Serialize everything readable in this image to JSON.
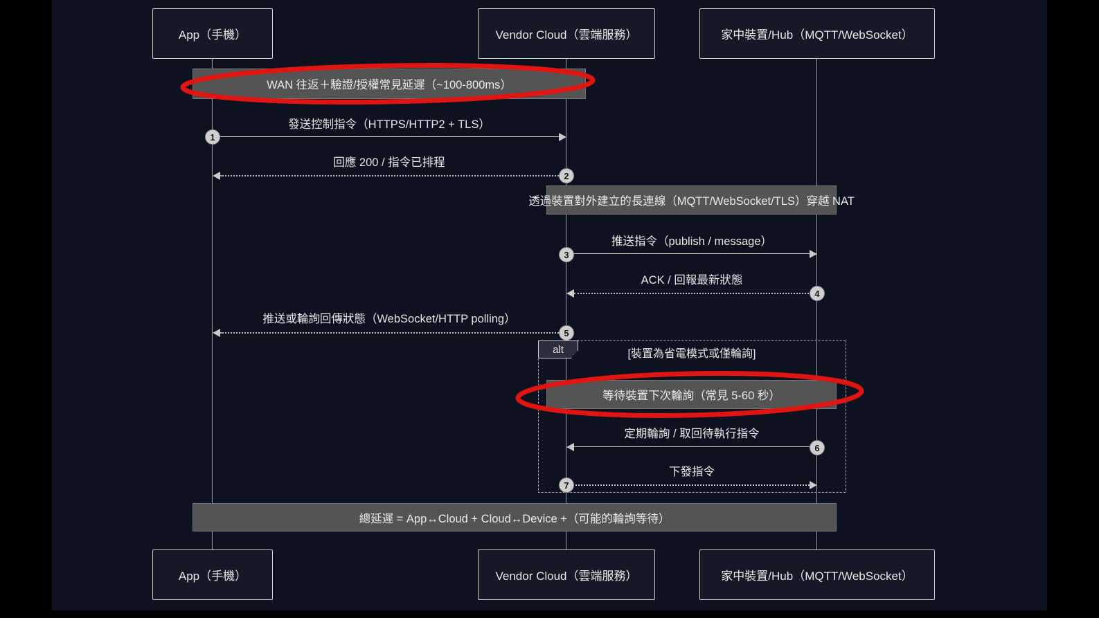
{
  "diagram": {
    "type": "sequence",
    "actors": [
      {
        "id": "app",
        "label": "App（手機）"
      },
      {
        "id": "cloud",
        "label": "Vendor Cloud（雲端服務）"
      },
      {
        "id": "device",
        "label": "家中裝置/Hub（MQTT/WebSocket）"
      }
    ],
    "notes": [
      {
        "id": "note-wan",
        "text": "WAN 往返＋驗證/授權常見延遲（~100-800ms）",
        "over": [
          "app",
          "cloud"
        ],
        "highlighted": true
      },
      {
        "id": "note-nat",
        "text": "透過裝置對外建立的長連線（MQTT/WebSocket/TLS）穿越 NAT",
        "over": [
          "cloud",
          "device"
        ],
        "highlighted": false
      },
      {
        "id": "note-poll",
        "text": "等待裝置下次輪詢（常見 5-60 秒）",
        "over": [
          "cloud",
          "device"
        ],
        "highlighted": true
      },
      {
        "id": "note-total",
        "text": "總延遲 = App↔Cloud + Cloud↔Device +（可能的輪詢等待）",
        "over": [
          "app",
          "device"
        ],
        "highlighted": false
      }
    ],
    "messages": [
      {
        "seq": "1",
        "text": "發送控制指令（HTTPS/HTTP2 + TLS）",
        "from": "app",
        "to": "cloud",
        "style": "solid"
      },
      {
        "seq": "2",
        "text": "回應 200 / 指令已排程",
        "from": "cloud",
        "to": "app",
        "style": "dashed"
      },
      {
        "seq": "3",
        "text": "推送指令（publish / message）",
        "from": "cloud",
        "to": "device",
        "style": "solid"
      },
      {
        "seq": "4",
        "text": "ACK / 回報最新狀態",
        "from": "device",
        "to": "cloud",
        "style": "dashed"
      },
      {
        "seq": "5",
        "text": "推送或輪詢回傳狀態（WebSocket/HTTP polling）",
        "from": "cloud",
        "to": "app",
        "style": "dashed"
      },
      {
        "seq": "6",
        "text": "定期輪詢 / 取回待執行指令",
        "from": "device",
        "to": "cloud",
        "style": "solid"
      },
      {
        "seq": "7",
        "text": "下發指令",
        "from": "cloud",
        "to": "device",
        "style": "dashed"
      }
    ],
    "alt": {
      "label": "alt",
      "condition": "[裝置為省電模式或僅輪詢]"
    },
    "colors": {
      "background": "#0d1120",
      "outer_background": "#000000",
      "actor_fill": "#151827",
      "actor_border": "#cfcfcf",
      "note_fill": "#545454",
      "text": "#e6e6e6",
      "line": "#c4c4c4",
      "annotation_red": "#df1512"
    }
  }
}
